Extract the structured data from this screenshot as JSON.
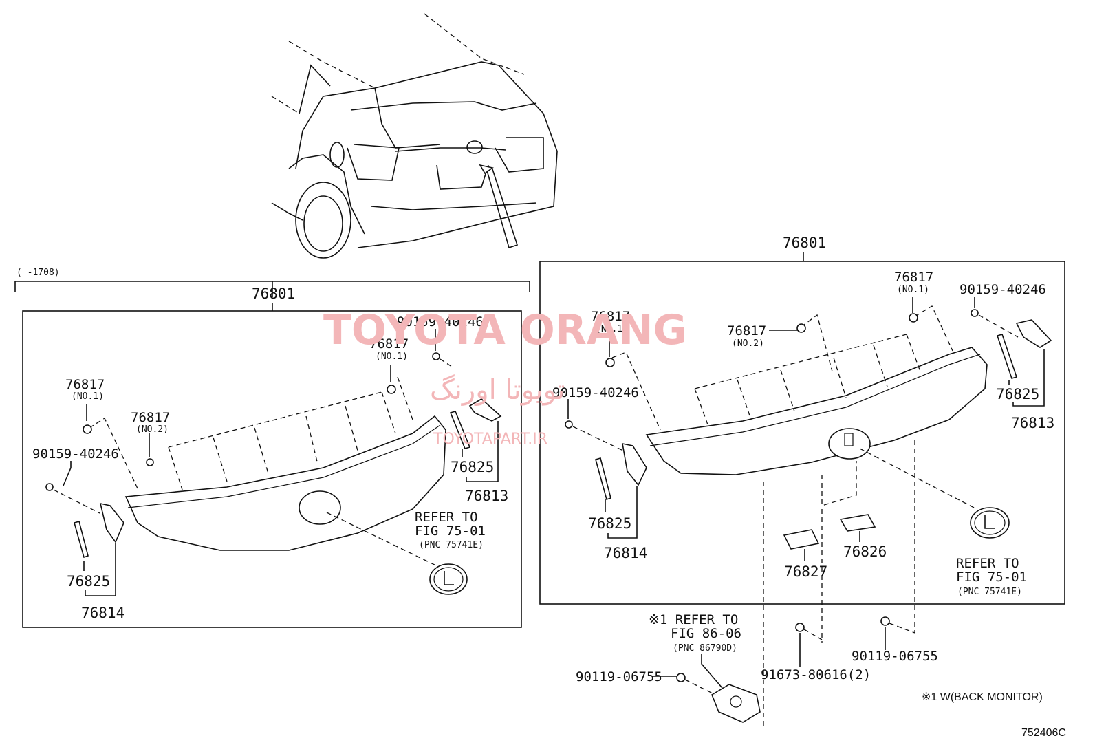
{
  "watermark": {
    "brand": "TOYOTA ORANG",
    "persian": "تویوتا اورنگ",
    "url": "TOYOTAPART.IR"
  },
  "left_panel": {
    "date_note": "(      -1708)",
    "assembly": "76801",
    "labels": [
      {
        "id": "l-76817-no1-a",
        "num": "76817",
        "sub": "(NO.1)"
      },
      {
        "id": "l-76817-no2",
        "num": "76817",
        "sub": "(NO.2)"
      },
      {
        "id": "l-76817-no1-b",
        "num": "76817",
        "sub": "(NO.1)"
      },
      {
        "id": "l-90159-a",
        "num": "90159-40246"
      },
      {
        "id": "l-90159-b",
        "num": "90159-40246"
      },
      {
        "id": "l-76825-a",
        "num": "76825"
      },
      {
        "id": "l-76814",
        "num": "76814"
      },
      {
        "id": "l-76825-b",
        "num": "76825"
      },
      {
        "id": "l-76813",
        "num": "76813"
      }
    ],
    "refer": {
      "line1": "REFER TO",
      "line2": "FIG 75-01",
      "line3": "(PNC 75741E)"
    }
  },
  "right_panel": {
    "assembly": "76801",
    "labels": [
      {
        "id": "r-76817-no1-a",
        "num": "76817",
        "sub": "(NO.1)"
      },
      {
        "id": "r-76817-no2",
        "num": "76817",
        "sub": "(NO.2)"
      },
      {
        "id": "r-76817-no1-b",
        "num": "76817",
        "sub": "(NO.1)"
      },
      {
        "id": "r-90159-a",
        "num": "90159-40246"
      },
      {
        "id": "r-90159-b",
        "num": "90159-40246"
      },
      {
        "id": "r-76825-a",
        "num": "76825"
      },
      {
        "id": "r-76814",
        "num": "76814"
      },
      {
        "id": "r-76825-b",
        "num": "76825"
      },
      {
        "id": "r-76813",
        "num": "76813"
      },
      {
        "id": "r-76827",
        "num": "76827"
      },
      {
        "id": "r-76826",
        "num": "76826"
      }
    ],
    "refer": {
      "line1": "REFER TO",
      "line2": "FIG 75-01",
      "line3": "(PNC 75741E)"
    }
  },
  "bottom": {
    "refer": {
      "line1": "※1 REFER TO",
      "line2": "FIG 86-06",
      "line3": "(PNC 86790D)"
    },
    "labels": [
      {
        "id": "b-90119-a",
        "num": "90119-06755"
      },
      {
        "id": "b-91673",
        "num": "91673-80616(2)"
      },
      {
        "id": "b-90119-b",
        "num": "90119-06755"
      }
    ],
    "footnote": "※1 W(BACK MONITOR)",
    "figure_code": "752406C"
  }
}
